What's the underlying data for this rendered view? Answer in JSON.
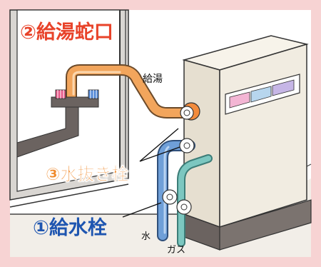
{
  "labels": {
    "hot_water_faucet": "②給湯蛇口",
    "drain_plug": "③水抜き栓",
    "water_supply_valve": "①給水栓",
    "hot_water_pipe": "給湯",
    "water_pipe": "水",
    "gas_pipe": "ガス"
  },
  "colors": {
    "background_frame": "#f7d3d3",
    "hot_pipe": "#f2a55c",
    "water_pipe": "#6f9fd8",
    "gas_pipe": "#7cc7c0",
    "faucet": "#6b6360",
    "unit_body": "#f1ece1",
    "label_faucet": "#e8432a",
    "label_drain": "#f08a2b",
    "label_supply": "#1e55b0"
  },
  "icons": {
    "faucet": "faucet-icon",
    "water_heater": "water-heater-icon",
    "valve": "valve-icon"
  }
}
